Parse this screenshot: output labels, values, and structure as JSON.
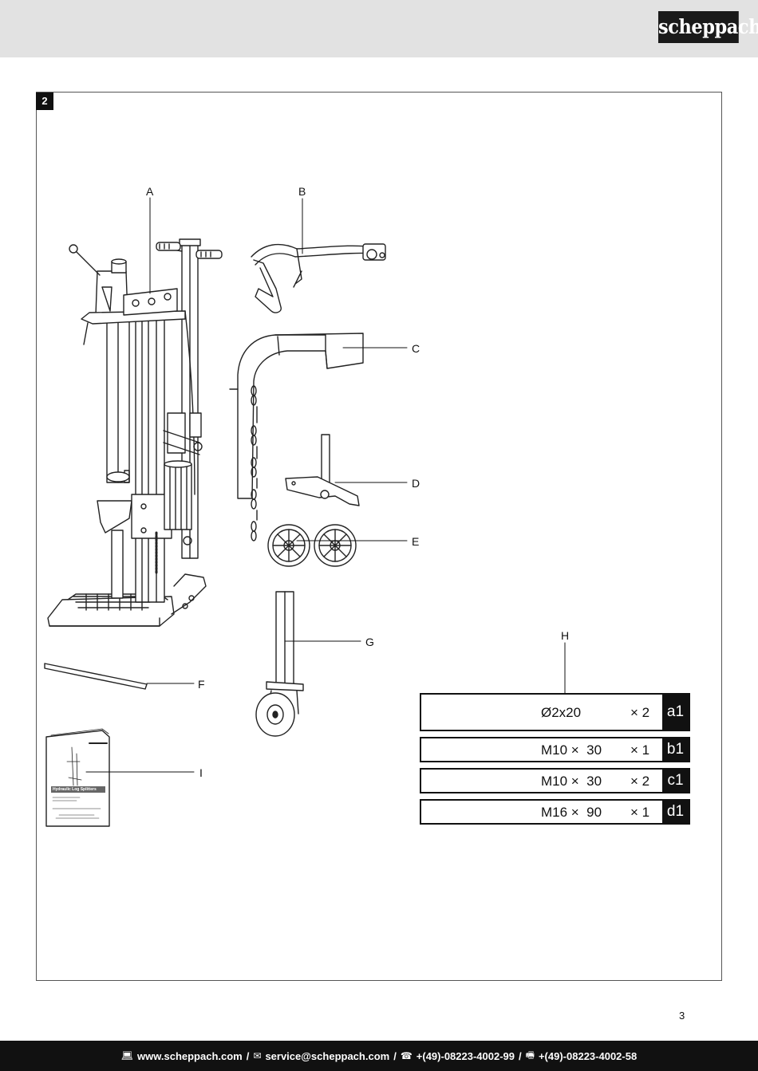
{
  "header": {
    "brand": "scheppach"
  },
  "figure": {
    "number": "2"
  },
  "callouts": {
    "A": "A",
    "B": "B",
    "C": "C",
    "D": "D",
    "E": "E",
    "F": "F",
    "G": "G",
    "H": "H",
    "I": "I"
  },
  "manual_cover": {
    "title": "Hydraulic Log Splitters"
  },
  "hardware": [
    {
      "size": "Ø2x20",
      "qty": "× 2",
      "code": "a1"
    },
    {
      "size": "M10 ×  30",
      "qty": "× 1",
      "code": "b1"
    },
    {
      "size": "M10 ×  30",
      "qty": "× 2",
      "code": "c1"
    },
    {
      "size": "M16 ×  90",
      "qty": "× 1",
      "code": "d1"
    }
  ],
  "page": {
    "number": "3"
  },
  "footer": {
    "web": "www.scheppach.com",
    "email": "service@scheppach.com",
    "phone": "+(49)-08223-4002-99",
    "fax": "+(49)-08223-4002-58",
    "separator": "/",
    "icons": {
      "web": "computer-icon",
      "email": "mail-icon",
      "phone": "phone-icon",
      "fax": "fax-icon"
    }
  }
}
